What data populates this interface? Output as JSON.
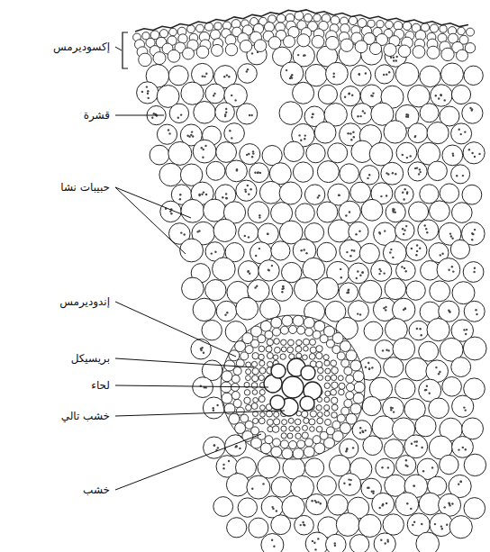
{
  "diagram": {
    "labels": [
      "إكسوديرمس",
      "قشرة",
      "حبيبات نشا",
      "إندوديرمس",
      "بريسيكل",
      "لحاء",
      "خشب تالي",
      "خشب"
    ]
  }
}
